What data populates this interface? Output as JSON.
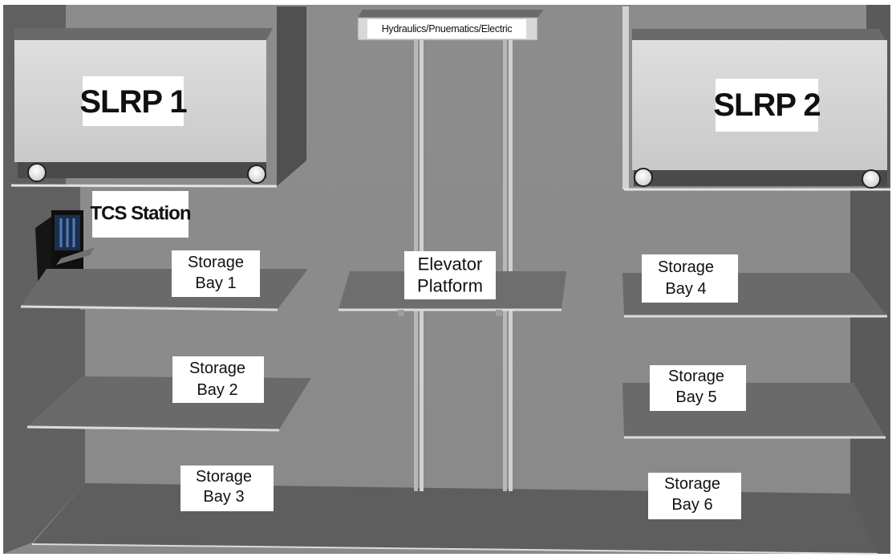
{
  "diagram": {
    "hydraulics_label": "Hydraulics/Pnuematics/Electric",
    "slrp1_label": "SLRP 1",
    "slrp2_label": "SLRP 2",
    "tcs_label": "TCS Station",
    "elevator": {
      "line1": "Elevator",
      "line2": "Platform"
    },
    "bays": [
      {
        "line1": "Storage",
        "line2": "Bay 1"
      },
      {
        "line1": "Storage",
        "line2": "Bay 2"
      },
      {
        "line1": "Storage",
        "line2": "Bay 3"
      },
      {
        "line1": "Storage",
        "line2": "Bay 4"
      },
      {
        "line1": "Storage",
        "line2": "Bay 5"
      },
      {
        "line1": "Storage",
        "line2": "Bay 6"
      }
    ]
  }
}
